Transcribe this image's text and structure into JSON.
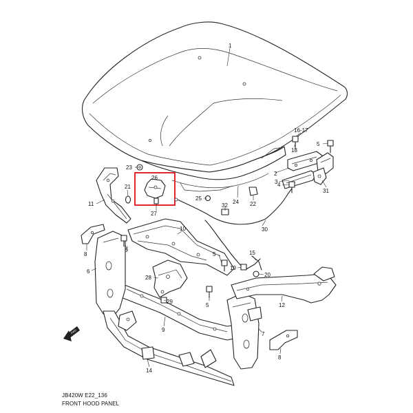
{
  "caption": {
    "code": "JB420W E22_136",
    "title": "FRONT HOOD PANEL"
  },
  "highlight": {
    "color": "#e0262c",
    "parts": [
      "26",
      "27"
    ]
  },
  "fwd_arrow": {
    "label": "FWD"
  },
  "callouts": {
    "c1": "1",
    "c2": "2",
    "c3": "3",
    "c4": "4",
    "c5a": "5",
    "c5b": "5",
    "c5c": "5",
    "c5d": "5",
    "c6": "6",
    "c7": "7",
    "c8a": "8",
    "c8b": "8",
    "c9": "9",
    "c10": "10",
    "c11": "11",
    "c12": "12",
    "c14": "14",
    "c15": "15",
    "c1617": "16-17",
    "c18": "18",
    "c19": "19",
    "c20": "20",
    "c21": "21",
    "c22": "22",
    "c23": "23",
    "c24": "24",
    "c25": "25",
    "c26": "26",
    "c27": "27",
    "c28": "28",
    "c29": "29",
    "c30": "30",
    "c31": "31",
    "c32": "32"
  }
}
